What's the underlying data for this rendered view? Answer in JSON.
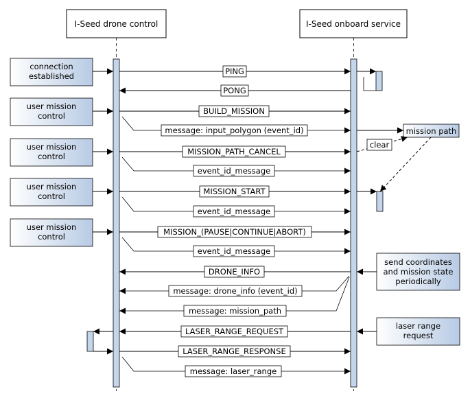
{
  "participants": {
    "control": "I-Seed drone control",
    "onboard": "I-Seed onboard service"
  },
  "triggers": {
    "connection": [
      "connection",
      "established"
    ],
    "user1": [
      "user mission",
      "control"
    ],
    "user2": [
      "user mission",
      "control"
    ],
    "user3": [
      "user mission",
      "control"
    ],
    "user4": [
      "user mission",
      "control"
    ],
    "periodic": [
      "send coordinates",
      "and mission state",
      "periodically"
    ],
    "laser": [
      "laser range",
      "request"
    ]
  },
  "messages": {
    "ping": "PING",
    "pong": "PONG",
    "build_mission": "BUILD_MISSION",
    "input_polygon": "message: input_polygon (event_id)",
    "path_cancel": "MISSION_PATH_CANCEL",
    "event_id_1": "event_id_message",
    "mission_start": "MISSION_START",
    "event_id_2": "event_id_message",
    "pause_continue_abort": "MISSION_(PAUSE|CONTINUE|ABORT)",
    "event_id_3": "event_id_message",
    "drone_info": "DRONE_INFO",
    "drone_info_msg": "message: drone_info (event_id)",
    "mission_path_msg": "message: mission_path",
    "laser_request": "LASER_RANGE_REQUEST",
    "laser_response": "LASER_RANGE_RESPONSE",
    "laser_range_msg": "message: laser_range"
  },
  "store": {
    "mission_path": "mission path",
    "clear": "clear"
  },
  "colors": {
    "participant_fill": "#ffffff",
    "trigger_gradient_start": "#ffffff",
    "trigger_gradient_end": "#b8cbe4",
    "activation_fill": "#c5d6ec",
    "stroke": "#000000"
  }
}
